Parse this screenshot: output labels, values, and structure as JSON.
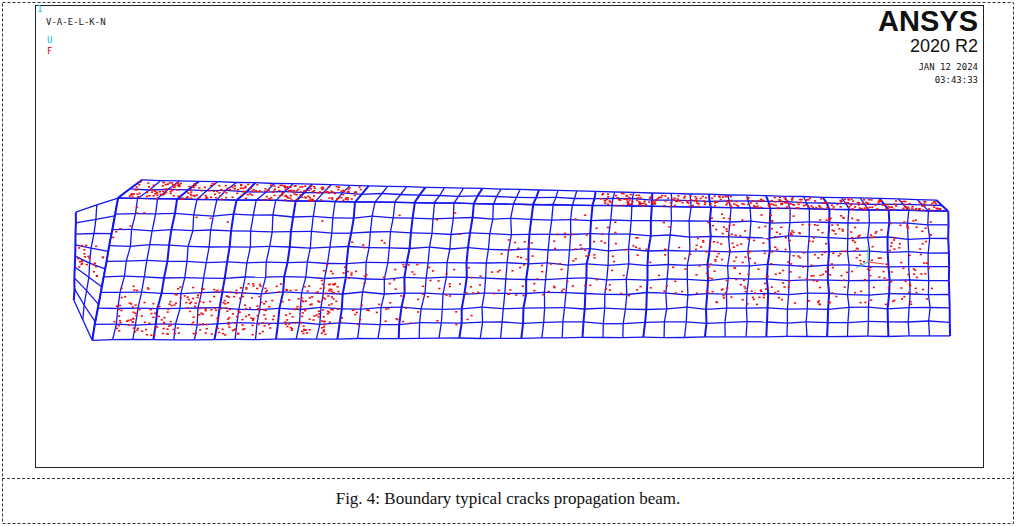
{
  "diagram": {
    "caption": "Fig. 4: Boundary typical cracks propagation beam.",
    "labels": [
      "1",
      "V-A-E-L-K-N",
      "U",
      "F",
      "ANSYS",
      "2020 R2",
      "JAN 12 2024",
      "03:43:33"
    ]
  }
}
